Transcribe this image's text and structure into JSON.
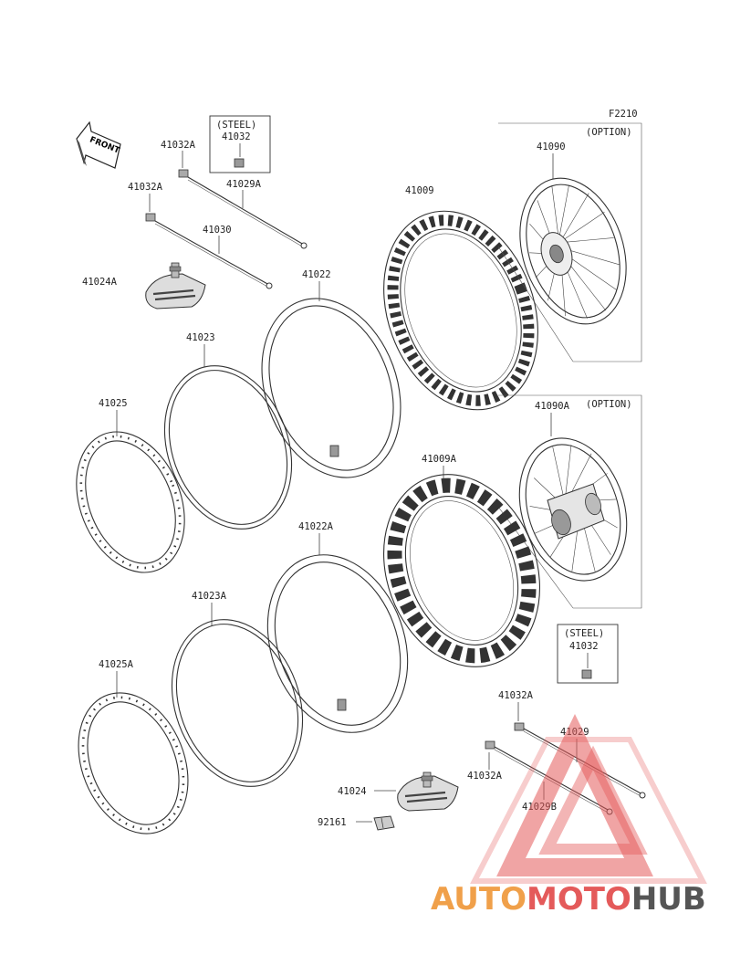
{
  "diagram_code": "F2210",
  "front_label": "FRONT",
  "steel_box_top": {
    "title": "(STEEL)",
    "part": "41032"
  },
  "steel_box_bottom": {
    "title": "(STEEL)",
    "part": "41032"
  },
  "option_top": "(OPTION)",
  "option_bottom": "(OPTION)",
  "parts": {
    "p41032A_1": "41032A",
    "p41029A": "41029A",
    "p41032A_2": "41032A",
    "p41030": "41030",
    "p41024A": "41024A",
    "p41022": "41022",
    "p41023": "41023",
    "p41025": "41025",
    "p41009": "41009",
    "p41090": "41090",
    "p41090A": "41090A",
    "p41009A": "41009A",
    "p41022A": "41022A",
    "p41023A": "41023A",
    "p41025A": "41025A",
    "p41032A_3": "41032A",
    "p41029": "41029",
    "p41032A_4": "41032A",
    "p41029B": "41029B",
    "p41024": "41024",
    "p92161": "92161"
  },
  "watermark": {
    "part1": "AUTO",
    "part2": "MOTO",
    "part3": "HUB"
  },
  "colors": {
    "line": "#333333",
    "watermark_orange": "#f0a04a",
    "watermark_red": "#e45a5a",
    "watermark_gray": "#555555"
  }
}
